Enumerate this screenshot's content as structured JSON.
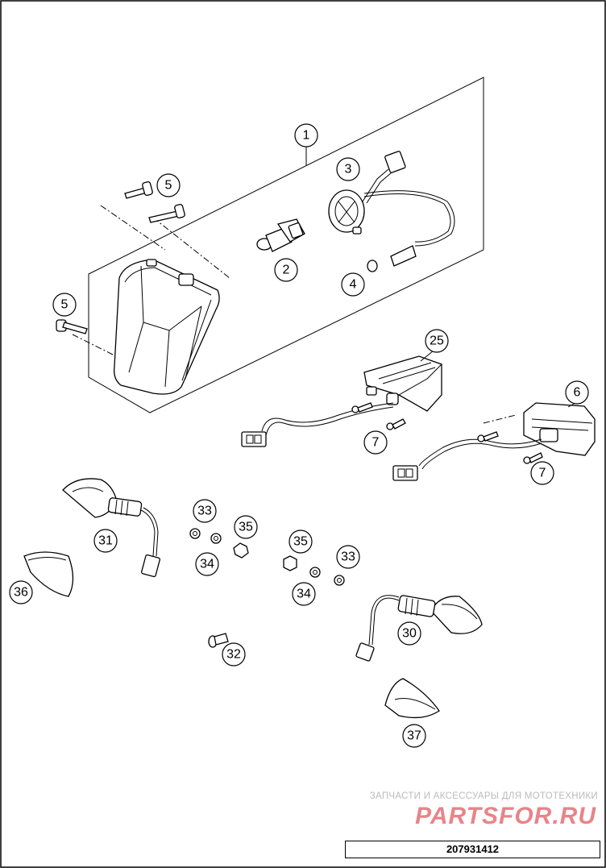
{
  "diagram": {
    "callouts": {
      "c1": "1",
      "c2": "2",
      "c3": "3",
      "c4": "4",
      "c5a": "5",
      "c5b": "5",
      "c6": "6",
      "c7a": "7",
      "c7b": "7",
      "c25": "25",
      "c30": "30",
      "c31": "31",
      "c32": "32",
      "c33a": "33",
      "c33b": "33",
      "c34a": "34",
      "c34b": "34",
      "c35a": "35",
      "c35b": "35",
      "c36": "36",
      "c37": "37"
    }
  },
  "watermark": {
    "caption": "ЗАПЧАСТИ И АКСЕССУАРЫ ДЛЯ МОТОТЕХНИКИ",
    "logo": "PARTSFOR.RU"
  },
  "drawing_number": "207931412"
}
